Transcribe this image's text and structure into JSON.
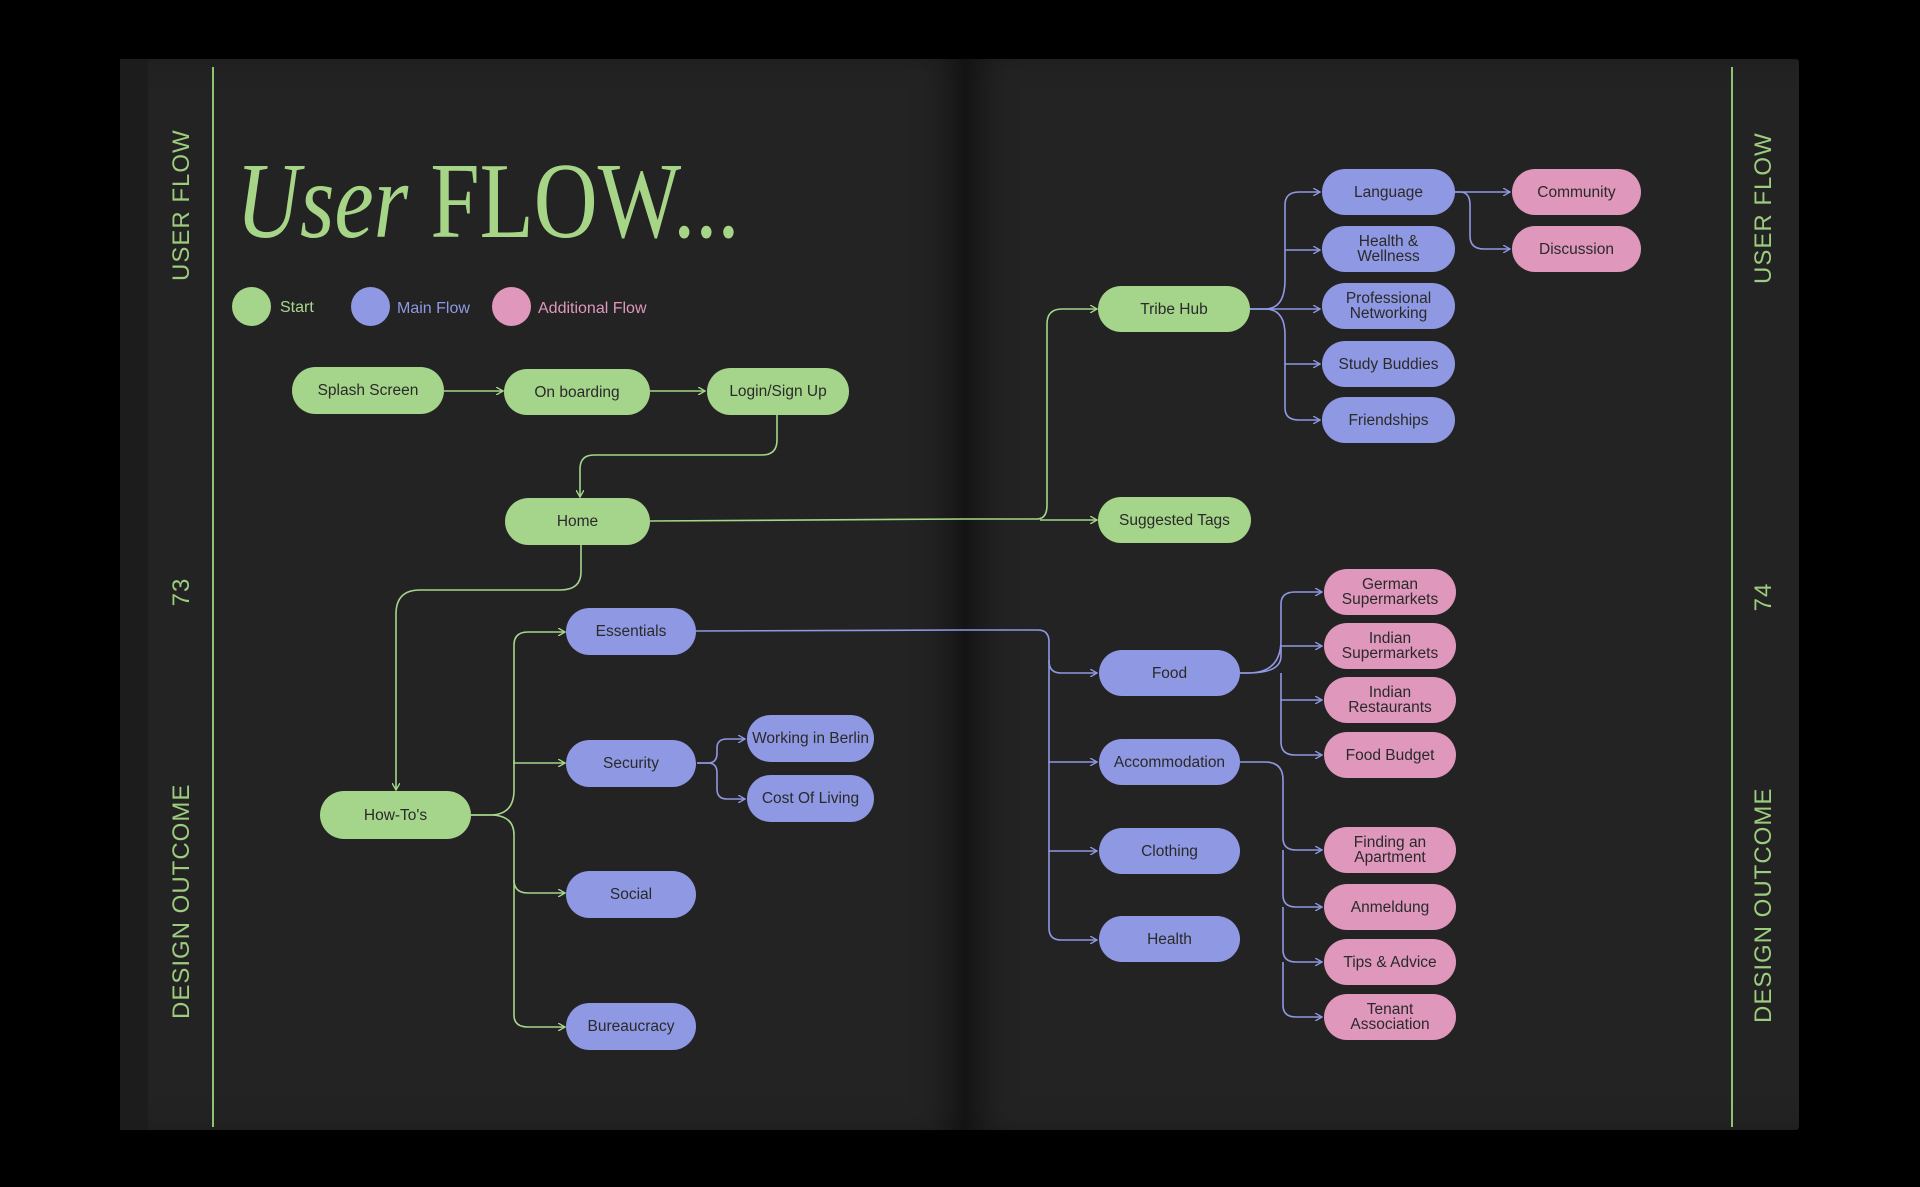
{
  "title": {
    "italic": "User",
    "rest": " FLOW..."
  },
  "legend": [
    {
      "label": "Start",
      "color": "#a5d58a",
      "text_color": "#a9d68f"
    },
    {
      "label": "Main Flow",
      "color": "#8f98e2",
      "text_color": "#8f98e2"
    },
    {
      "label": "Additional Flow",
      "color": "#df97bc",
      "text_color": "#df97bc"
    }
  ],
  "side": {
    "left_top": "USER FLOW",
    "left_page_number": "73",
    "left_bottom": "DESIGN OUTCOME",
    "right_top": "USER FLOW",
    "right_page_number": "74",
    "right_bottom": "DESIGN OUTCOME"
  },
  "colors": {
    "start": "#a5d58a",
    "main": "#8f98e2",
    "additional": "#df97bc",
    "line_green": "#a5d58a",
    "line_blue": "#8f98e2"
  },
  "nodes": {
    "splash": "Splash Screen",
    "onboarding": "On boarding",
    "login": "Login/Sign Up",
    "home": "Home",
    "howtos": "How-To's",
    "essentials": "Essentials",
    "security": "Security",
    "working": "Working in Berlin",
    "cost": "Cost Of Living",
    "social": "Social",
    "bureaucracy": "Bureaucracy",
    "tribehub": "Tribe Hub",
    "suggested": "Suggested Tags",
    "language": "Language",
    "health_wellness": "Health & Wellness",
    "professional": "Professional\nNetworking",
    "study": "Study Buddies",
    "friendships": "Friendships",
    "community": "Community",
    "discussion": "Discussion",
    "food": "Food",
    "accommodation": "Accommodation",
    "clothing": "Clothing",
    "health": "Health",
    "german_super": "German\nSupermarkets",
    "indian_super": "Indian\nSupermarkets",
    "indian_rest": "Indian\nRestaurants",
    "food_budget": "Food Budget",
    "finding_apt": "Finding an\nApartment",
    "anmeldung": "Anmeldung",
    "tips": "Tips & Advice",
    "tenant": "Tenant Association"
  }
}
